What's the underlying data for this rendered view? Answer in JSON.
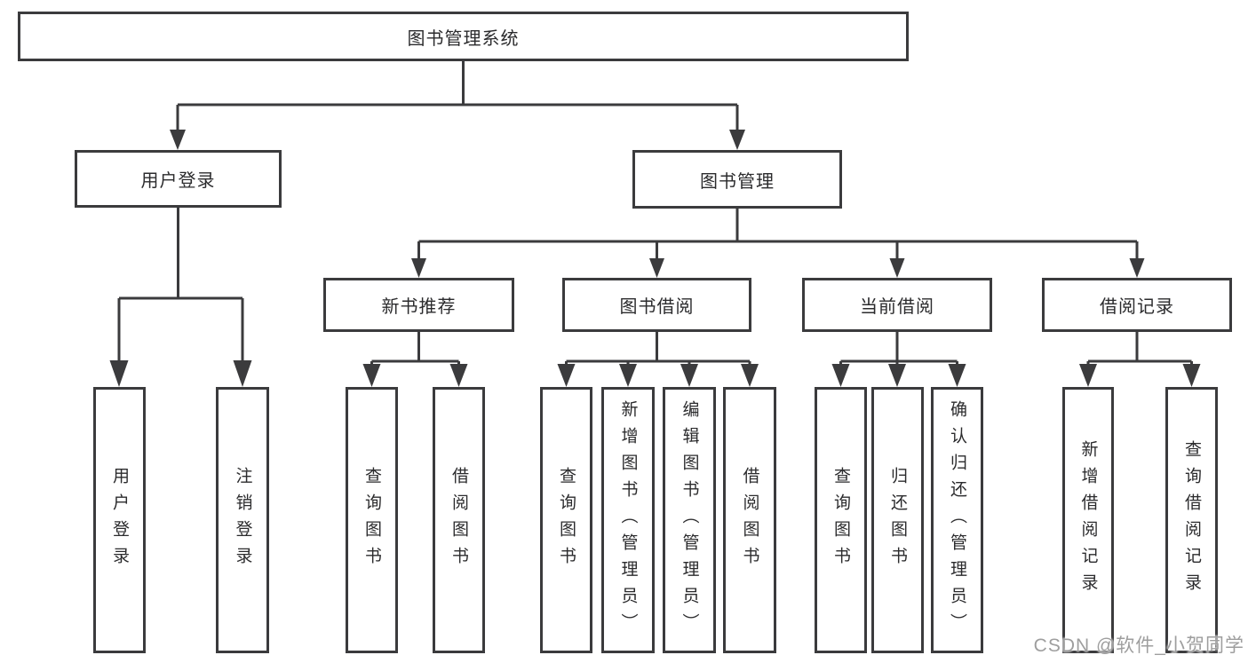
{
  "diagram_title": "图书管理系统",
  "nodes": {
    "root": "图书管理系统",
    "user_login": "用户登录",
    "book_mgmt": "图书管理",
    "new_books": "新书推荐",
    "book_borrow": "图书借阅",
    "current_borrow": "当前借阅",
    "borrow_records": "借阅记录",
    "ul_login": "用户登录",
    "ul_logout": "注销登录",
    "nb_query": "查询图书",
    "nb_borrow": "借阅图书",
    "bb_query": "查询图书",
    "bb_add": "新增图书（管理员）",
    "bb_edit": "编辑图书（管理员）",
    "bb_borrow": "借阅图书",
    "cb_query": "查询图书",
    "cb_return": "归还图书",
    "cb_confirm": "确认归还（管理员）",
    "br_add": "新增借阅记录",
    "br_query": "查询借阅记录"
  },
  "hierarchy": {
    "图书管理系统": {
      "用户登录": [
        "用户登录",
        "注销登录"
      ],
      "图书管理": {
        "新书推荐": [
          "查询图书",
          "借阅图书"
        ],
        "图书借阅": [
          "查询图书",
          "新增图书（管理员）",
          "编辑图书（管理员）",
          "借阅图书"
        ],
        "当前借阅": [
          "查询图书",
          "归还图书",
          "确认归还（管理员）"
        ],
        "借阅记录": [
          "新增借阅记录",
          "查询借阅记录"
        ]
      }
    }
  },
  "watermark": "CSDN @软件_小贺同学",
  "colors": {
    "line": "#3b3b3d",
    "text": "#2b2b2d",
    "background": "#ffffff",
    "watermark": "#9e9e9e"
  }
}
